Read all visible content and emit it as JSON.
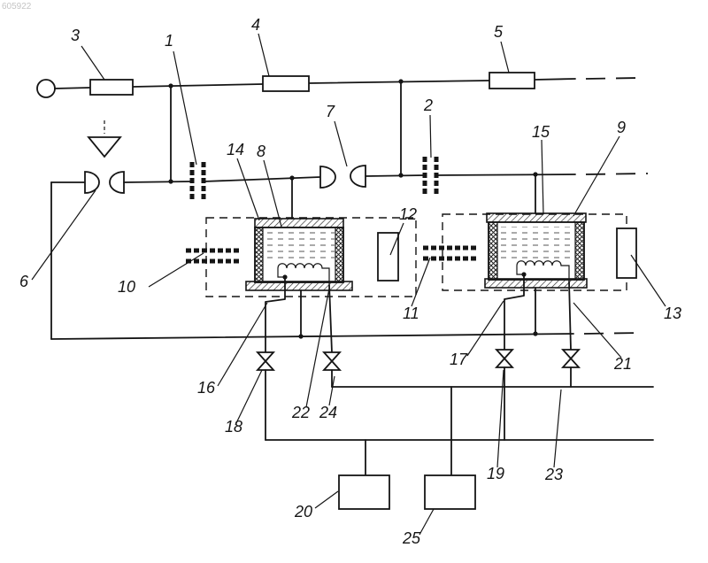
{
  "doc_number": "605922",
  "labels": {
    "n1": "1",
    "n2": "2",
    "n3": "3",
    "n4": "4",
    "n5": "5",
    "n6": "6",
    "n7": "7",
    "n8": "8",
    "n9": "9",
    "n10": "10",
    "n11": "11",
    "n12": "12",
    "n13": "13",
    "n14": "14",
    "n15": "15",
    "n16": "16",
    "n17": "17",
    "n18": "18",
    "n19": "19",
    "n20": "20",
    "n21": "21",
    "n22": "22",
    "n23": "23",
    "n24": "24",
    "n25": "25"
  }
}
